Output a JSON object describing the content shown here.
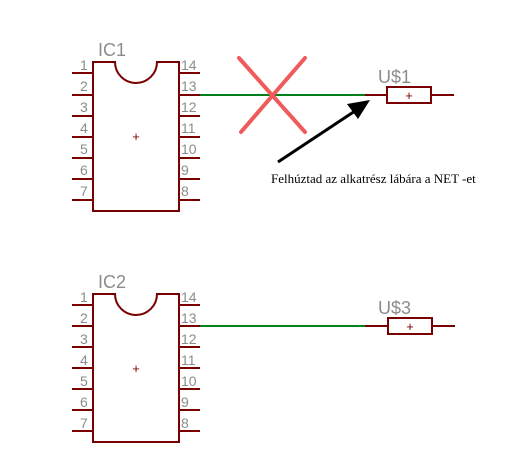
{
  "colors": {
    "component": "#7a0000",
    "net": "#00801a",
    "label": "#8c8c8c",
    "cross": "#f05a5a",
    "annotation": "#000000"
  },
  "ic1": {
    "name": "IC1",
    "left_pins": [
      "1",
      "2",
      "3",
      "4",
      "5",
      "6",
      "7"
    ],
    "right_pins": [
      "14",
      "13",
      "12",
      "11",
      "10",
      "9",
      "8"
    ],
    "origin_mark": "+"
  },
  "ic2": {
    "name": "IC2",
    "left_pins": [
      "1",
      "2",
      "3",
      "4",
      "5",
      "6",
      "7"
    ],
    "right_pins": [
      "14",
      "13",
      "12",
      "11",
      "10",
      "9",
      "8"
    ],
    "origin_mark": "+"
  },
  "u1": {
    "name": "U$1",
    "mark": "+"
  },
  "u3": {
    "name": "U$3",
    "mark": "+"
  },
  "annotation": {
    "text": "Felhúztad az alkatrész lábára a NET -et"
  }
}
